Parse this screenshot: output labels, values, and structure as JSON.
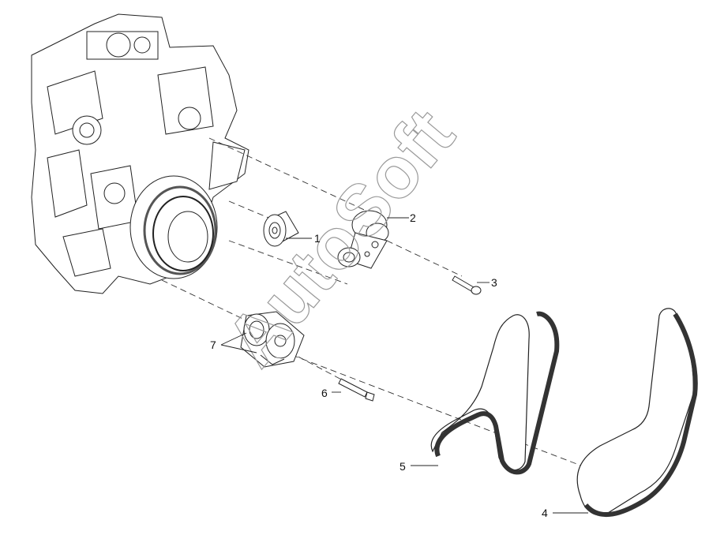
{
  "watermark": "AutoSoft",
  "callouts": [
    {
      "id": "1",
      "label": "1"
    },
    {
      "id": "2",
      "label": "2"
    },
    {
      "id": "3",
      "label": "3"
    },
    {
      "id": "4",
      "label": "4"
    },
    {
      "id": "5",
      "label": "5"
    },
    {
      "id": "6",
      "label": "6"
    },
    {
      "id": "7",
      "label": "7"
    }
  ],
  "colors": {
    "line": "#222222",
    "watermark": "#9a9a9a",
    "background": "#ffffff"
  }
}
